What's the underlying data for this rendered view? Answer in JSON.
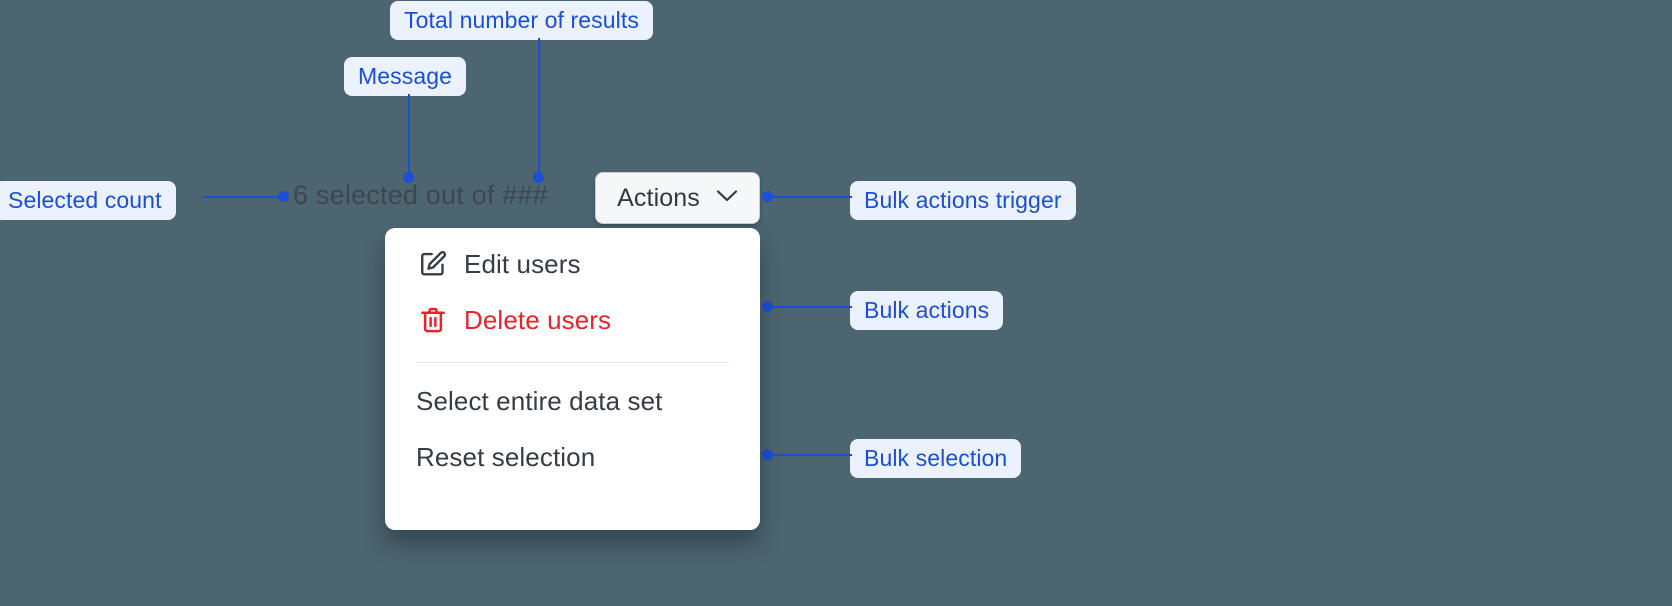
{
  "canvas": {
    "background_color": "#4C6571",
    "annotation_color": "#1A4FD6",
    "annotation_bg": "#EBF2FE"
  },
  "bulk_actions_bar": {
    "selected_count": "6",
    "message_text": "6 selected out of ###",
    "total_results_placeholder": "###",
    "trigger": {
      "label": "Actions",
      "chevron_icon": "chevron-down-icon"
    }
  },
  "dropdown_menu": {
    "groups": [
      {
        "name": "bulk-actions",
        "items": [
          {
            "label": "Edit users",
            "icon": "edit-pencil-icon",
            "danger": false
          },
          {
            "label": "Delete users",
            "icon": "trash-icon",
            "danger": true
          }
        ]
      },
      {
        "name": "bulk-selection",
        "items": [
          {
            "label": "Select entire data set",
            "icon": null,
            "danger": false
          },
          {
            "label": "Reset selection",
            "icon": null,
            "danger": false
          }
        ]
      }
    ]
  },
  "annotations": [
    {
      "id": "total-results",
      "label": "Total number of results"
    },
    {
      "id": "message",
      "label": "Message"
    },
    {
      "id": "selected-count",
      "label": "Selected count"
    },
    {
      "id": "bulk-actions-trigger",
      "label": "Bulk actions trigger"
    },
    {
      "id": "bulk-actions",
      "label": "Bulk actions"
    },
    {
      "id": "bulk-selection",
      "label": "Bulk selection"
    }
  ],
  "colors": {
    "danger_text": "#E8242A",
    "menu_text": "#353D47",
    "message_text": "#3D4651",
    "button_bg": "#F6F7F8"
  }
}
